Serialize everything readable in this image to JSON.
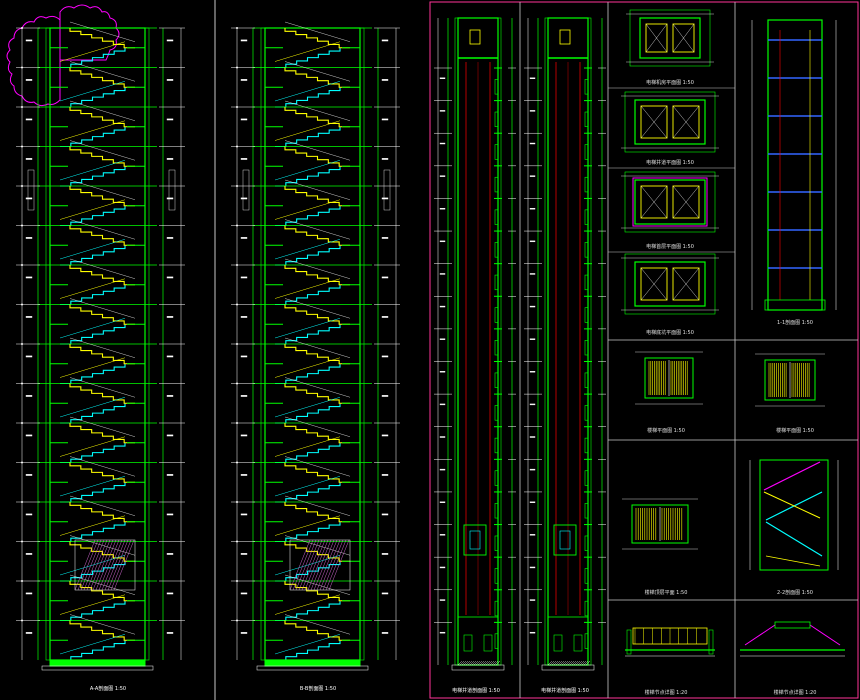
{
  "drawing": {
    "background": "#000000",
    "colors": {
      "wall": "#00ff00",
      "stair_a": "#ffff00",
      "stair_b": "#00ffff",
      "rail": "#ff0000",
      "grid": "#ffffff",
      "cloud": "#ff00ff",
      "frame": "#ff3399",
      "blue": "#3366ff",
      "hatch": "#cc66cc"
    },
    "section_titles": {
      "stair_section_1": "A-A剖面图  1:50",
      "stair_section_2": "B-B剖面图  1:50",
      "elevator_section_1": "电梯井道剖面图  1:50",
      "elevator_section_2": "电梯井道剖面图  1:50"
    },
    "stair_floor_count": 16,
    "elevator_floor_count": 18,
    "detail_panels": [
      {
        "id": "elevator-plan-top",
        "title": "电梯机房平面图  1:50"
      },
      {
        "id": "elevator-plan-2",
        "title": "电梯井道平面图  1:50"
      },
      {
        "id": "elevator-plan-3",
        "title": "电梯首层平面图  1:50"
      },
      {
        "id": "elevator-plan-4",
        "title": "电梯底坑平面图  1:50"
      },
      {
        "id": "shaft-section",
        "title": "1-1剖面图  1:50"
      },
      {
        "id": "stair-plan-a",
        "title": "楼梯平面图  1:50"
      },
      {
        "id": "stair-plan-b",
        "title": "楼梯平面图  1:50"
      },
      {
        "id": "stair-plan-c",
        "title": "楼梯顶层平面  1:50"
      },
      {
        "id": "stair-detail-section",
        "title": "2-2剖面图  1:50"
      },
      {
        "id": "stair-base-a",
        "title": "楼梯节点详图  1:20"
      },
      {
        "id": "stair-base-b",
        "title": "楼梯节点详图  1:20"
      }
    ]
  }
}
